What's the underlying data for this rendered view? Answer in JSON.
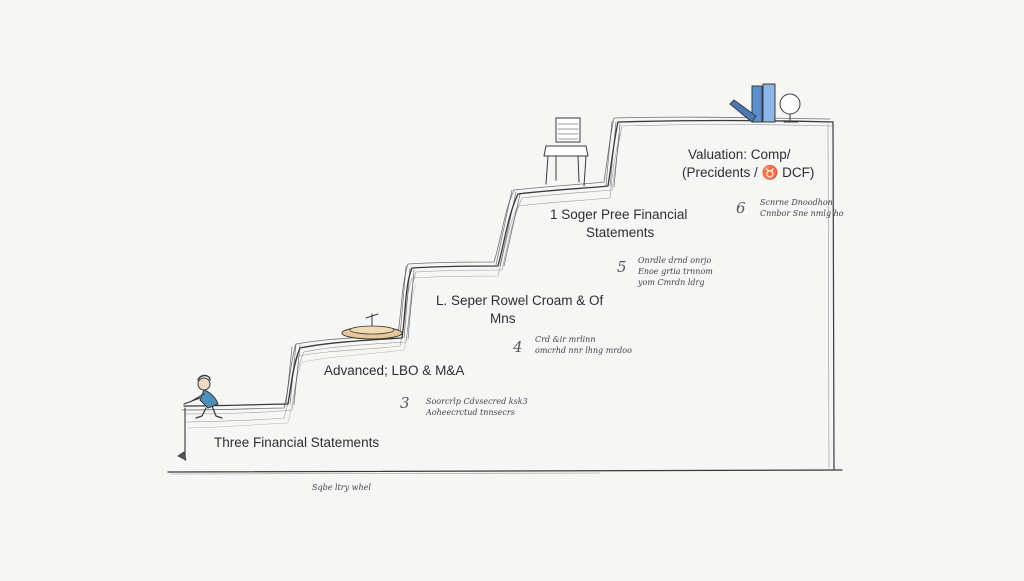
{
  "steps": [
    {
      "label": "Three Financial Statements"
    },
    {
      "label": "Advanced; LBO & M&A",
      "number": "3",
      "note": [
        "Soorcrlp Cdvsecred ksk3",
        "Aoheecrctud tnnsecrs"
      ]
    },
    {
      "label_lines": [
        "L. Seper Rowel Croam & Of",
        "Mns"
      ],
      "number": "4",
      "note": [
        "Crd &ir mrlinn",
        "omcrhd nnr lhng mrdoo"
      ]
    },
    {
      "label_lines": [
        "1 Soger Pree Financial",
        "Statements"
      ],
      "number": "5",
      "note": [
        "Onrdle drnd onrjo",
        "Enoe grtia trnnom",
        "yom Cmrdn ldrg"
      ]
    },
    {
      "label_lines": [
        "Valuation: Comp/",
        "(Precidents / ♉ DCF)"
      ],
      "number": "6",
      "note": [
        "Scnrne Dnoodhon",
        "Cnnbor Sne nmlg ho"
      ]
    }
  ],
  "signature": "Sqbe ltry whel",
  "colors": {
    "ink": "#3a3a3a",
    "person_shirt": "#4a90c0",
    "platform": "#e7c79a",
    "books_blue": "#5b8fd0"
  }
}
